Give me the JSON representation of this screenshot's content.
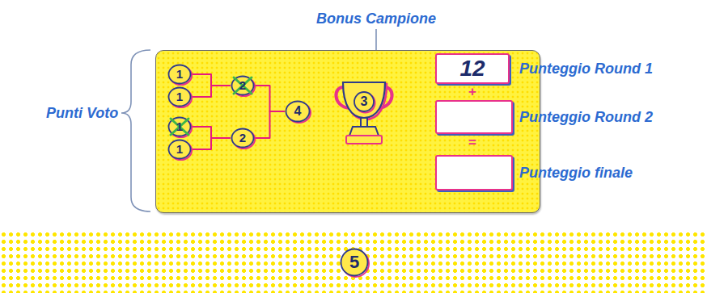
{
  "diagram": {
    "nodes": [
      {
        "text": [
          "1"
        ]
      },
      {
        "text": [
          "1"
        ]
      },
      {
        "text": [
          "1"
        ]
      },
      {
        "text": [
          "1"
        ]
      },
      {
        "text": [
          "2"
        ]
      },
      {
        "text": [
          "2"
        ]
      },
      {
        "text": [
          "4"
        ]
      },
      {
        "text": [
          "3"
        ]
      },
      {
        "text": [
          "12"
        ]
      },
      {
        "text": [
          "5"
        ]
      }
    ],
    "edges": [
      {
        "from": 0,
        "to": 4,
        "arrow": "none"
      },
      {
        "from": 1,
        "to": 4,
        "arrow": "none"
      },
      {
        "from": 2,
        "to": 5,
        "arrow": "none"
      },
      {
        "from": 3,
        "to": 5,
        "arrow": "none"
      },
      {
        "from": 4,
        "to": 6,
        "arrow": "none"
      },
      {
        "from": 5,
        "to": 6,
        "arrow": "none"
      }
    ],
    "labels": [
      "Bonus Campione",
      "Punti Voto",
      "Punteggio Round 1",
      "+",
      "Punteggio Round 2",
      "=",
      "Punteggio finale"
    ]
  }
}
